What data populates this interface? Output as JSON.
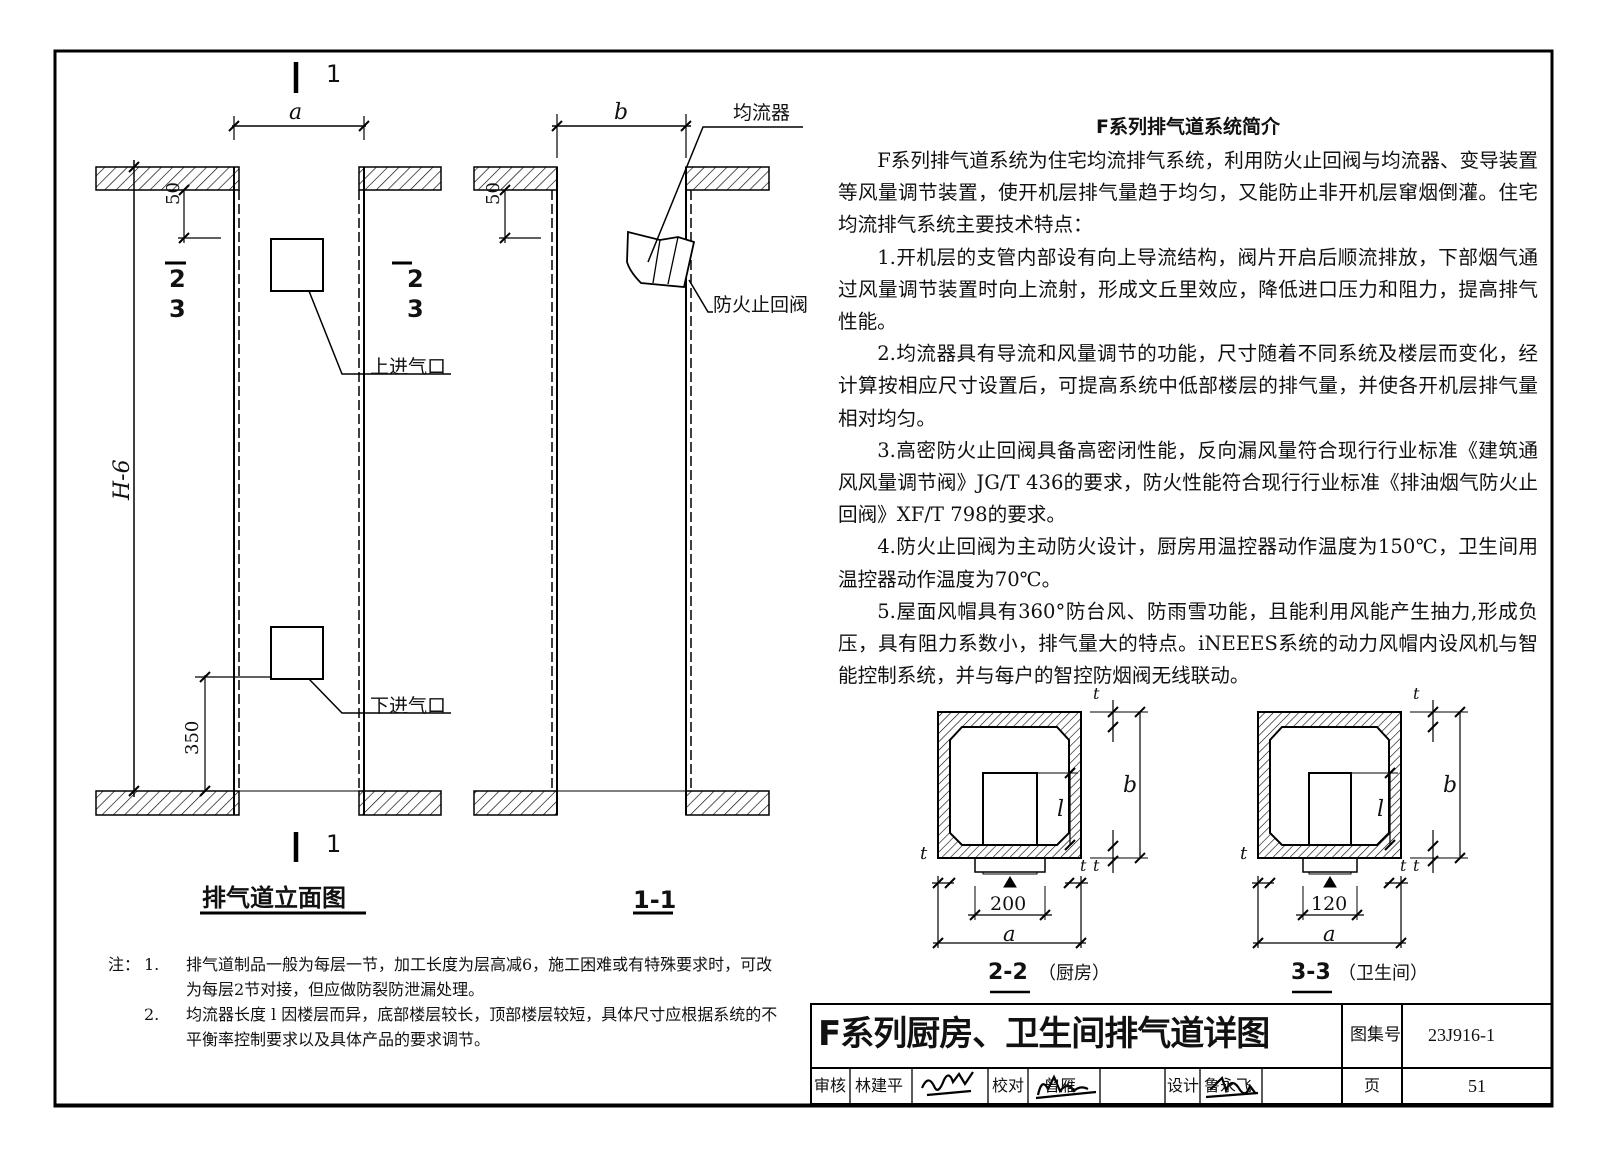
{
  "elevation": {
    "section_mark_top": "1",
    "section_mark_bottom": "1",
    "dim_a": "a",
    "dim_50": "50",
    "dim_h": "H-6",
    "dim_350": "350",
    "sec_2_3_left_top": "2",
    "sec_2_3_left_bottom": "3",
    "sec_2_3_right_top": "2",
    "sec_2_3_right_bottom": "3",
    "upper_inlet_label": "上进气口",
    "lower_inlet_label": "下进气口",
    "title": "排气道立面图"
  },
  "section_1_1": {
    "dim_b": "b",
    "dim_50": "50",
    "flow_equalizer_label": "均流器",
    "fire_valve_label": "防火止回阀",
    "title": "1-1"
  },
  "intro": {
    "title": "F系列排气道系统简介",
    "paragraphs": [
      "F系列排气道系统为住宅均流排气系统，利用防火止回阀与均流器、变导装置等风量调节装置，使开机层排气量趋于均匀，又能防止非开机层窜烟倒灌。住宅均流排气系统主要技术特点：",
      "1.开机层的支管内部设有向上导流结构，阀片开启后顺流排放，下部烟气通过风量调节装置时向上流射，形成文丘里效应，降低进口压力和阻力，提高排气性能。",
      "2.均流器具有导流和风量调节的功能，尺寸随着不同系统及楼层而变化，经计算按相应尺寸设置后，可提高系统中低部楼层的排气量，并使各开机层排气量相对均匀。",
      "3.高密防火止回阀具备高密闭性能，反向漏风量符合现行行业标准《建筑通风风量调节阀》JG/T 436的要求，防火性能符合现行行业标准《排油烟气防火止回阀》XF/T 798的要求。",
      "4.防火止回阀为主动防火设计，厨房用温控器动作温度为150℃，卫生间用温控器动作温度为70℃。",
      "5.屋面风帽具有360°防台风、防雨雪功能，且能利用风能产生抽力,形成负压，具有阻力系数小，排气量大的特点。iNEEES系统的动力风帽内设风机与智能控制系统，并与每户的智控防烟阀无线联动。"
    ]
  },
  "section_2_2": {
    "dim_t": "t",
    "dim_b": "b",
    "dim_l": "l",
    "dim_a": "a",
    "inlet_width": "200",
    "title": "2-2",
    "subtitle": "（厨房）"
  },
  "section_3_3": {
    "dim_t": "t",
    "dim_b": "b",
    "dim_l": "l",
    "dim_a": "a",
    "inlet_width": "120",
    "title": "3-3",
    "subtitle": "（卫生间）"
  },
  "notes": {
    "label": "注：",
    "items": [
      {
        "num": "1.",
        "text": "排气道制品一般为每层一节，加工长度为层高减6，施工困难或有特殊要求时，可改为每层2节对接，但应做防裂防泄漏处理。"
      },
      {
        "num": "2.",
        "text": "均流器长度 l 因楼层而异，底部楼层较长，顶部楼层较短，具体尺寸应根据系统的不平衡率控制要求以及具体产品的要求调节。"
      }
    ]
  },
  "title_block": {
    "drawing_title": "F系列厨房、卫生间排气道详图",
    "atlas_no_label": "图集号",
    "atlas_no": "23J916-1",
    "review_label": "审核",
    "reviewer": "林建平",
    "check_label": "校对",
    "checker": "曾雁",
    "design_label": "设计",
    "designer": "鲁永飞",
    "page_label": "页",
    "page_no": "51"
  }
}
